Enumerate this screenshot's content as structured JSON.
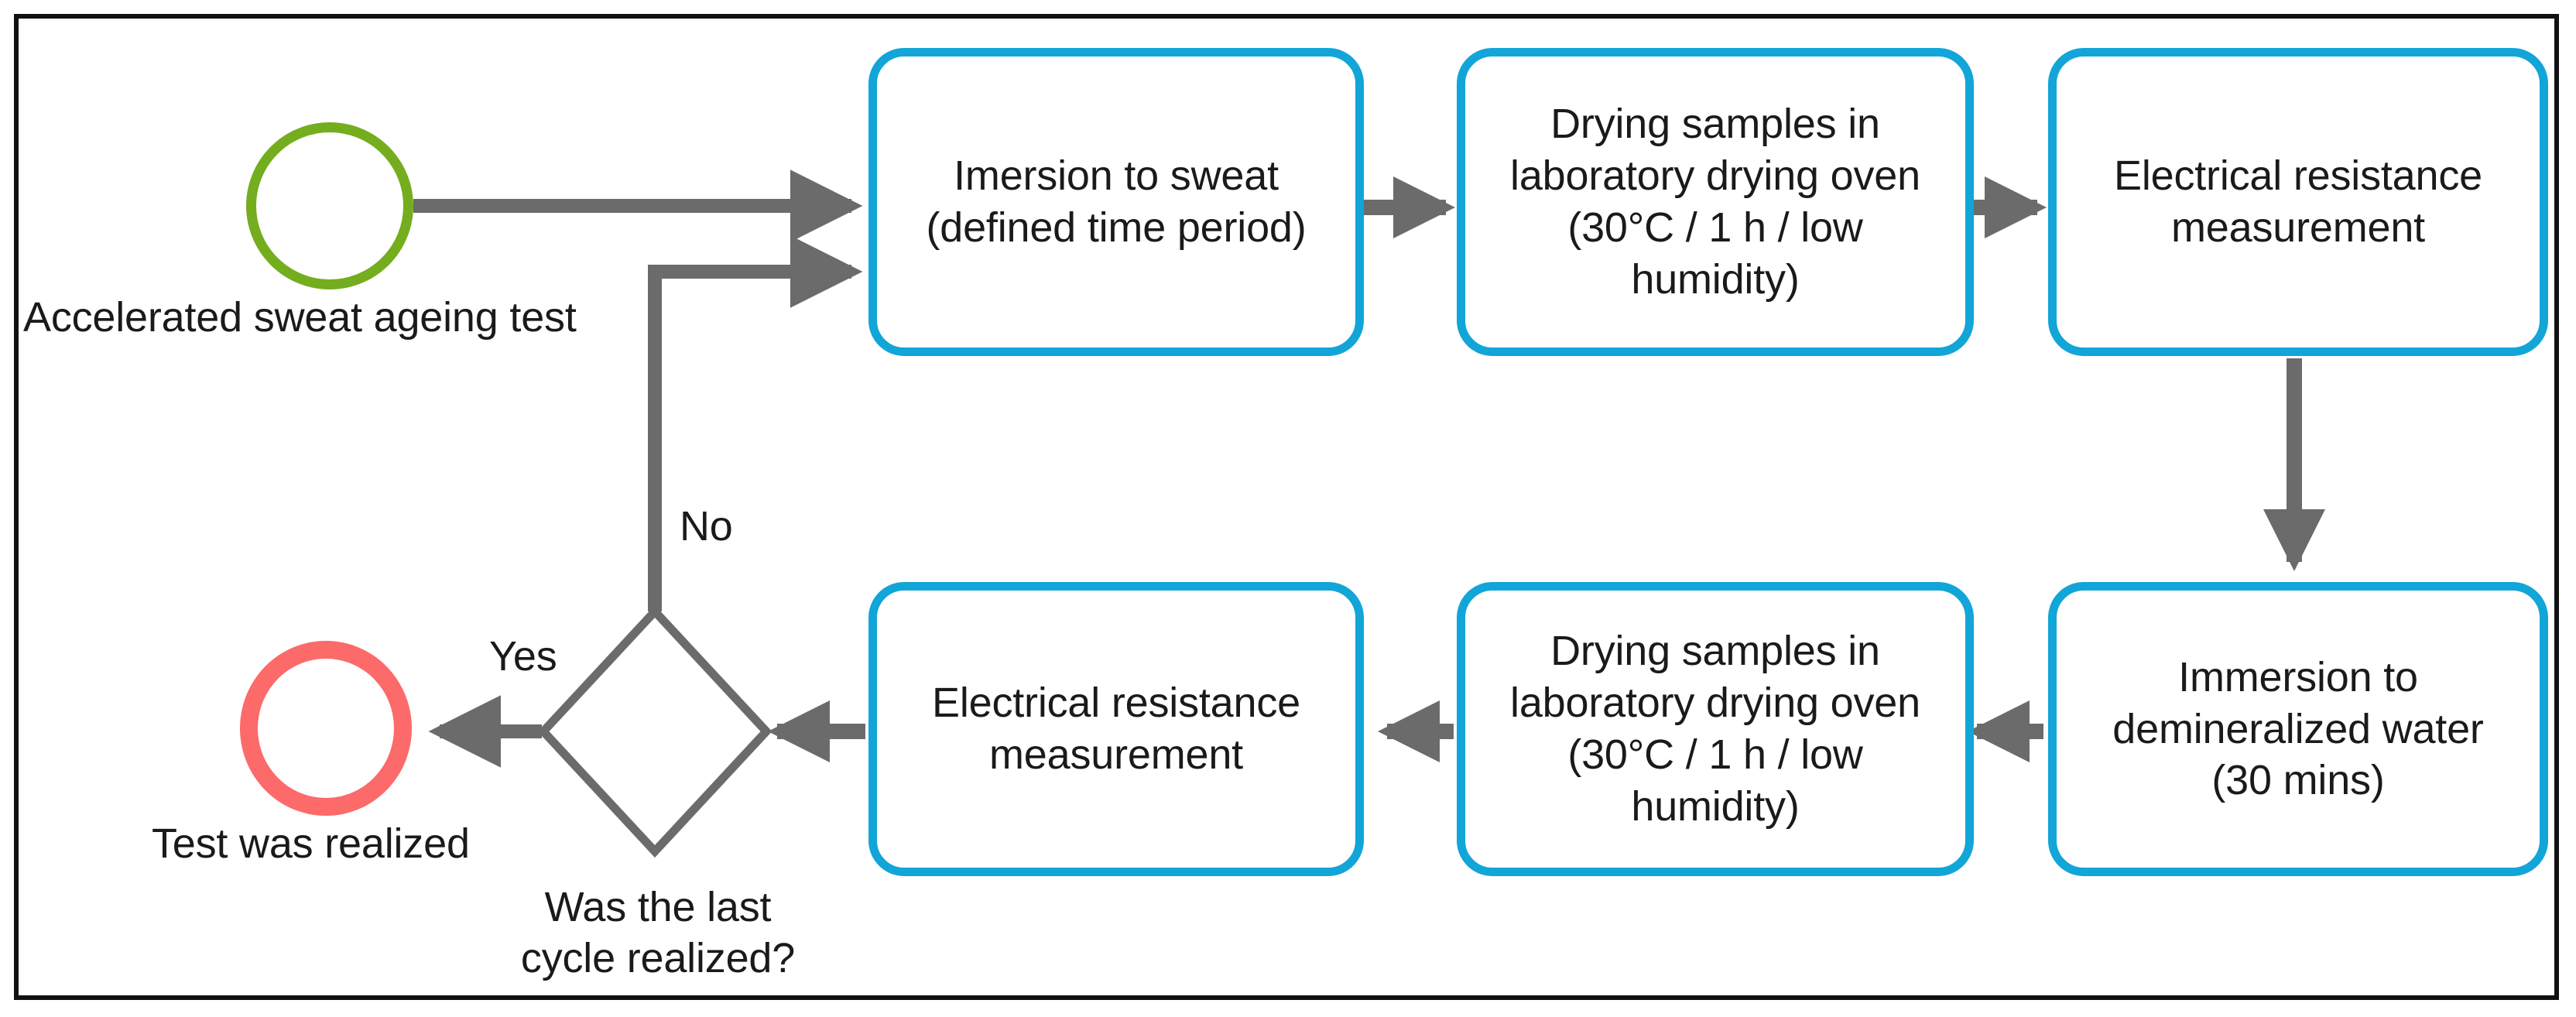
{
  "diagram": {
    "title": "Accelerated sweat ageing test flowchart",
    "colors": {
      "process_border": "#12a5d8",
      "start_terminator": "#74ad1e",
      "end_terminator": "#fc6a6a",
      "connector": "#6b6b6b",
      "decision_border": "#6b6b6b",
      "text": "#1a1a1a",
      "frame": "#111111",
      "background": "#ffffff"
    }
  },
  "nodes": {
    "start": {
      "shape": "circle",
      "label": "Accelerated sweat ageing test"
    },
    "end": {
      "shape": "circle",
      "label": "Test was realized"
    },
    "decision": {
      "shape": "diamond",
      "label": "Was the last\ncycle realized?"
    },
    "top_row": [
      {
        "id": "immersion-sweat",
        "text": "Imersion to sweat\n(defined time period)"
      },
      {
        "id": "drying-oven-1",
        "text": "Drying samples in\nlaboratory drying oven\n(30°C / 1 h / low\nhumidity)"
      },
      {
        "id": "resistance-1",
        "text": "Electrical resistance\nmeasurement"
      }
    ],
    "bottom_row": [
      {
        "id": "resistance-2",
        "text": "Electrical resistance\nmeasurement"
      },
      {
        "id": "drying-oven-2",
        "text": "Drying samples in\nlaboratory drying oven\n(30°C / 1 h / low\nhumidity)"
      },
      {
        "id": "immersion-water",
        "text": "Immersion to\ndemineralized water\n(30 mins)"
      }
    ]
  },
  "edge_labels": {
    "no": "No",
    "yes": "Yes"
  }
}
